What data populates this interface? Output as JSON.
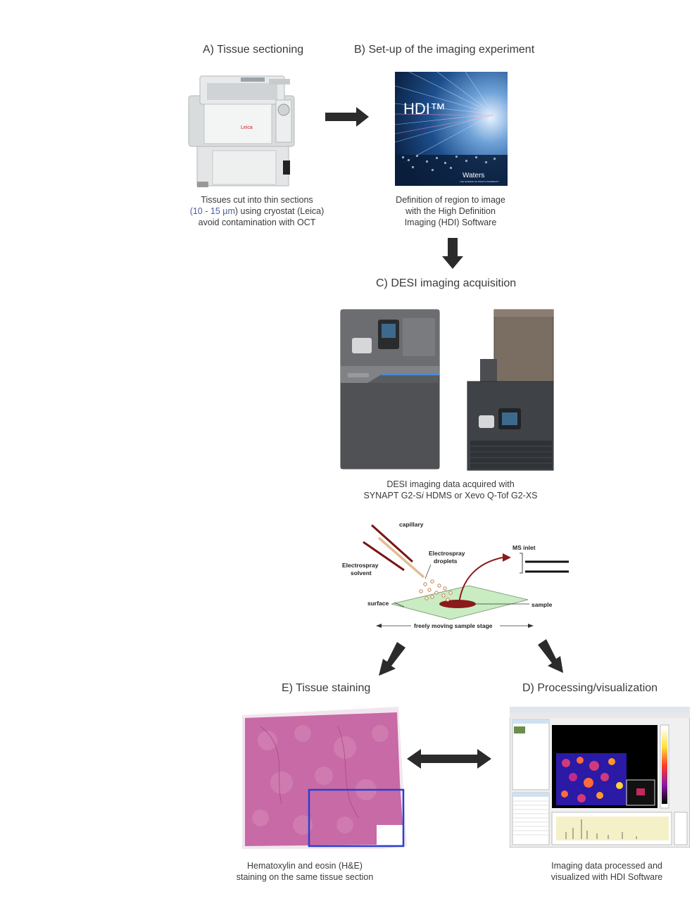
{
  "steps": {
    "a": {
      "title": "A) Tissue sectioning",
      "caption_line1": "Tissues cut into thin sections",
      "caption_range": "(10 - 15 µm",
      "caption_line2_rest": ") using cryostat (Leica)",
      "caption_line3": "avoid contamination with OCT",
      "device_brand": "Leica"
    },
    "b": {
      "title": "B) Set-up of the imaging experiment",
      "caption_line1": "Definition of region to image",
      "caption_line2": "with the High Definition",
      "caption_line3": "Imaging (HDI) Software",
      "logo_text": "HDI™",
      "brand_text": "Waters",
      "tagline": "THE SCIENCE OF WHAT'S POSSIBLE™"
    },
    "c": {
      "title": "C) DESI imaging acquisition",
      "caption_line1": "DESI imaging data acquired with",
      "caption_line2_a": "SYNAPT G2-S",
      "caption_line2_i": "i",
      "caption_line2_b": " HDMS or Xevo Q-Tof G2-XS"
    },
    "e": {
      "title": "E) Tissue staining",
      "caption_line1": "Hematoxylin and eosin (H&E)",
      "caption_line2": "staining on the same tissue section"
    },
    "d": {
      "title": "D) Processing/visualization",
      "caption_line1": "Imaging data processed and",
      "caption_line2": "visualized with HDI Software"
    }
  },
  "schematic": {
    "capillary": "capillary",
    "electrospray_solvent_1": "Electrospray",
    "electrospray_solvent_2": "solvent",
    "droplets_1": "Electrospray",
    "droplets_2": "droplets",
    "ms_inlet": "MS inlet",
    "surface": "surface",
    "sample": "sample",
    "stage": "freely moving sample stage"
  },
  "colors": {
    "arrow": "#2b2b2b",
    "he_tissue": "#c76aa6",
    "roi_box": "#2a3fd0",
    "surface": "#c9ecc2",
    "sample": "#8b1a1a"
  }
}
